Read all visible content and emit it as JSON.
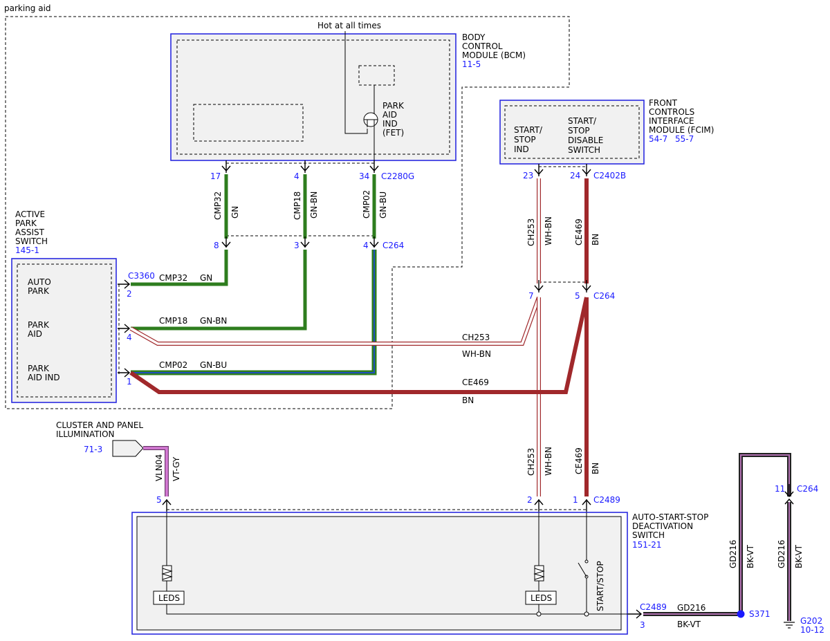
{
  "title": "parking aid",
  "power_label": "Hot at all times",
  "colors": {
    "green": "#2e7d1e",
    "blue": "#1f4fbf",
    "brown": "#a0282b",
    "violet": "#d67ad6",
    "black": "#222222",
    "ref_blue": "#1a1aff",
    "module_fill": "#f1f1f1",
    "module_border": "#2a2ae0"
  },
  "modules": {
    "bcm": {
      "lines": [
        "BODY",
        "CONTROL",
        "MODULE (BCM)"
      ],
      "ref": "11-5",
      "fet_lines": [
        "PARK",
        "AID",
        "IND",
        "(FET)"
      ]
    },
    "fcim": {
      "lines": [
        "FRONT",
        "CONTROLS",
        "INTERFACE",
        "MODULE (FCIM)"
      ],
      "refs": [
        "54-7",
        "55-7"
      ],
      "inner_left": [
        "START/",
        "STOP",
        "IND"
      ],
      "inner_right": [
        "START/",
        "STOP",
        "DISABLE",
        "SWITCH"
      ]
    },
    "apa": {
      "lines": [
        "ACTIVE",
        "PARK",
        "ASSIST",
        "SWITCH"
      ],
      "ref": "145-1",
      "pins": [
        [
          "AUTO",
          "PARK"
        ],
        [
          "PARK",
          "AID"
        ],
        [
          "PARK",
          "AID IND"
        ]
      ]
    },
    "cluster": {
      "lines": [
        "CLUSTER AND PANEL",
        "ILLUMINATION"
      ],
      "ref": "71-3"
    },
    "assd": {
      "lines": [
        "AUTO-START-STOP",
        "DEACTIVATION",
        "SWITCH"
      ],
      "ref": "151-21",
      "leds_label": "LEDS",
      "switch_label": "START/STOP"
    }
  },
  "connectors": {
    "c2280g": "C2280G",
    "c264": "C264",
    "c3360": "C3360",
    "c2402b": "C2402B",
    "c2489": "C2489",
    "s371": "S371",
    "g202": "G202",
    "g202_ref": "10-12"
  },
  "pins": {
    "bcm_17": "17",
    "bcm_4": "4",
    "bcm_34": "34",
    "c264_8": "8",
    "c264_3": "3",
    "c264_4": "4",
    "apa_2": "2",
    "apa_4": "4",
    "apa_1": "1",
    "fcim_23": "23",
    "fcim_24": "24",
    "c264_7": "7",
    "c264_5": "5",
    "assd_5": "5",
    "assd_2": "2",
    "assd_1": "1",
    "assd_3": "3",
    "c264_11": "11"
  },
  "circuits": {
    "cmp32": "CMP32",
    "cmp18": "CMP18",
    "cmp02": "CMP02",
    "ch253": "CH253",
    "ce469": "CE469",
    "vln04": "VLN04",
    "gd216": "GD216"
  },
  "wire_colors": {
    "gn": "GN",
    "gn_bn": "GN-BN",
    "gn_bu": "GN-BU",
    "wh_bn": "WH-BN",
    "bn": "BN",
    "vt_gy": "VT-GY",
    "bk_vt": "BK-VT"
  }
}
